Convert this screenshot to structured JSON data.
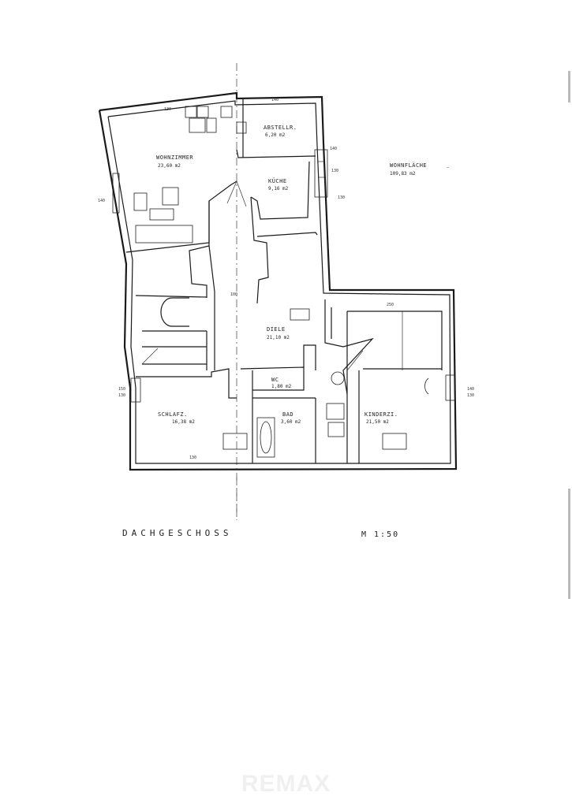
{
  "plan": {
    "title": "DACHGESCHOSS",
    "scale": "M 1:50",
    "total_label": "WOHNFLÄCHE",
    "total_area": "109,83 m2",
    "watermark": "REMAX"
  },
  "rooms": [
    {
      "id": "wohnzimmer",
      "name": "WOHNZIMMER",
      "area": "23,60 m2"
    },
    {
      "id": "abstellraum",
      "name": "ABSTELLR.",
      "area": "6,20 m2"
    },
    {
      "id": "kueche",
      "name": "KÜCHE",
      "area": "9,16 m2"
    },
    {
      "id": "diele",
      "name": "DIELE",
      "area": "21,10 m2"
    },
    {
      "id": "wc",
      "name": "WC",
      "area": "1,80 m2"
    },
    {
      "id": "bad",
      "name": "BAD",
      "area": "3,60 m2"
    },
    {
      "id": "schlafzimmer",
      "name": "SCHLAFZ.",
      "area": "16,38 m2"
    },
    {
      "id": "kinderzimmer",
      "name": "KINDERZI.",
      "area": "21,50 m2"
    }
  ],
  "dimensions": [
    "130",
    "140",
    "140",
    "130",
    "140",
    "130",
    "100",
    "150",
    "130",
    "140",
    "130",
    "130",
    "250"
  ]
}
